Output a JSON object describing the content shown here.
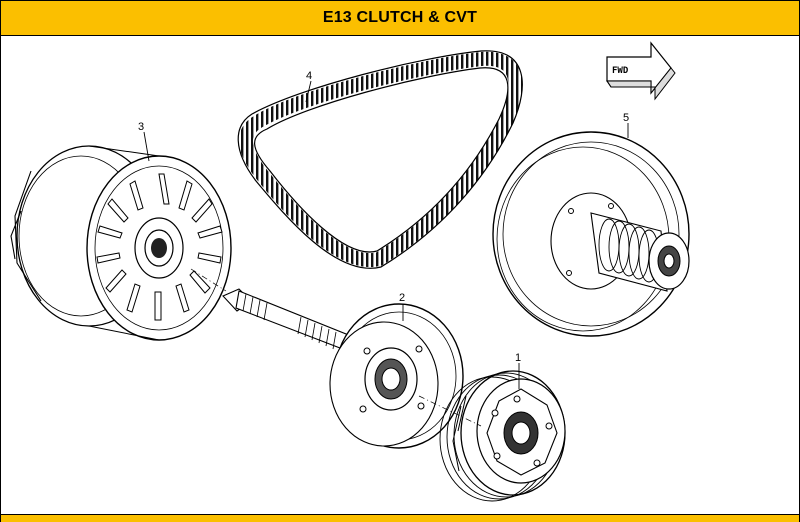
{
  "header": {
    "title": "E13  CLUTCH & CVT"
  },
  "direction_arrow": {
    "label": "FWD"
  },
  "callouts": [
    {
      "number": "1",
      "part": "clutch"
    },
    {
      "number": "2",
      "part": "clutch-housing-shaft"
    },
    {
      "number": "3",
      "part": "drive-pulley"
    },
    {
      "number": "4",
      "part": "belt"
    },
    {
      "number": "5",
      "part": "driven-pulley"
    }
  ],
  "colors": {
    "header_bg": "#fbbf00",
    "line": "#000000"
  }
}
